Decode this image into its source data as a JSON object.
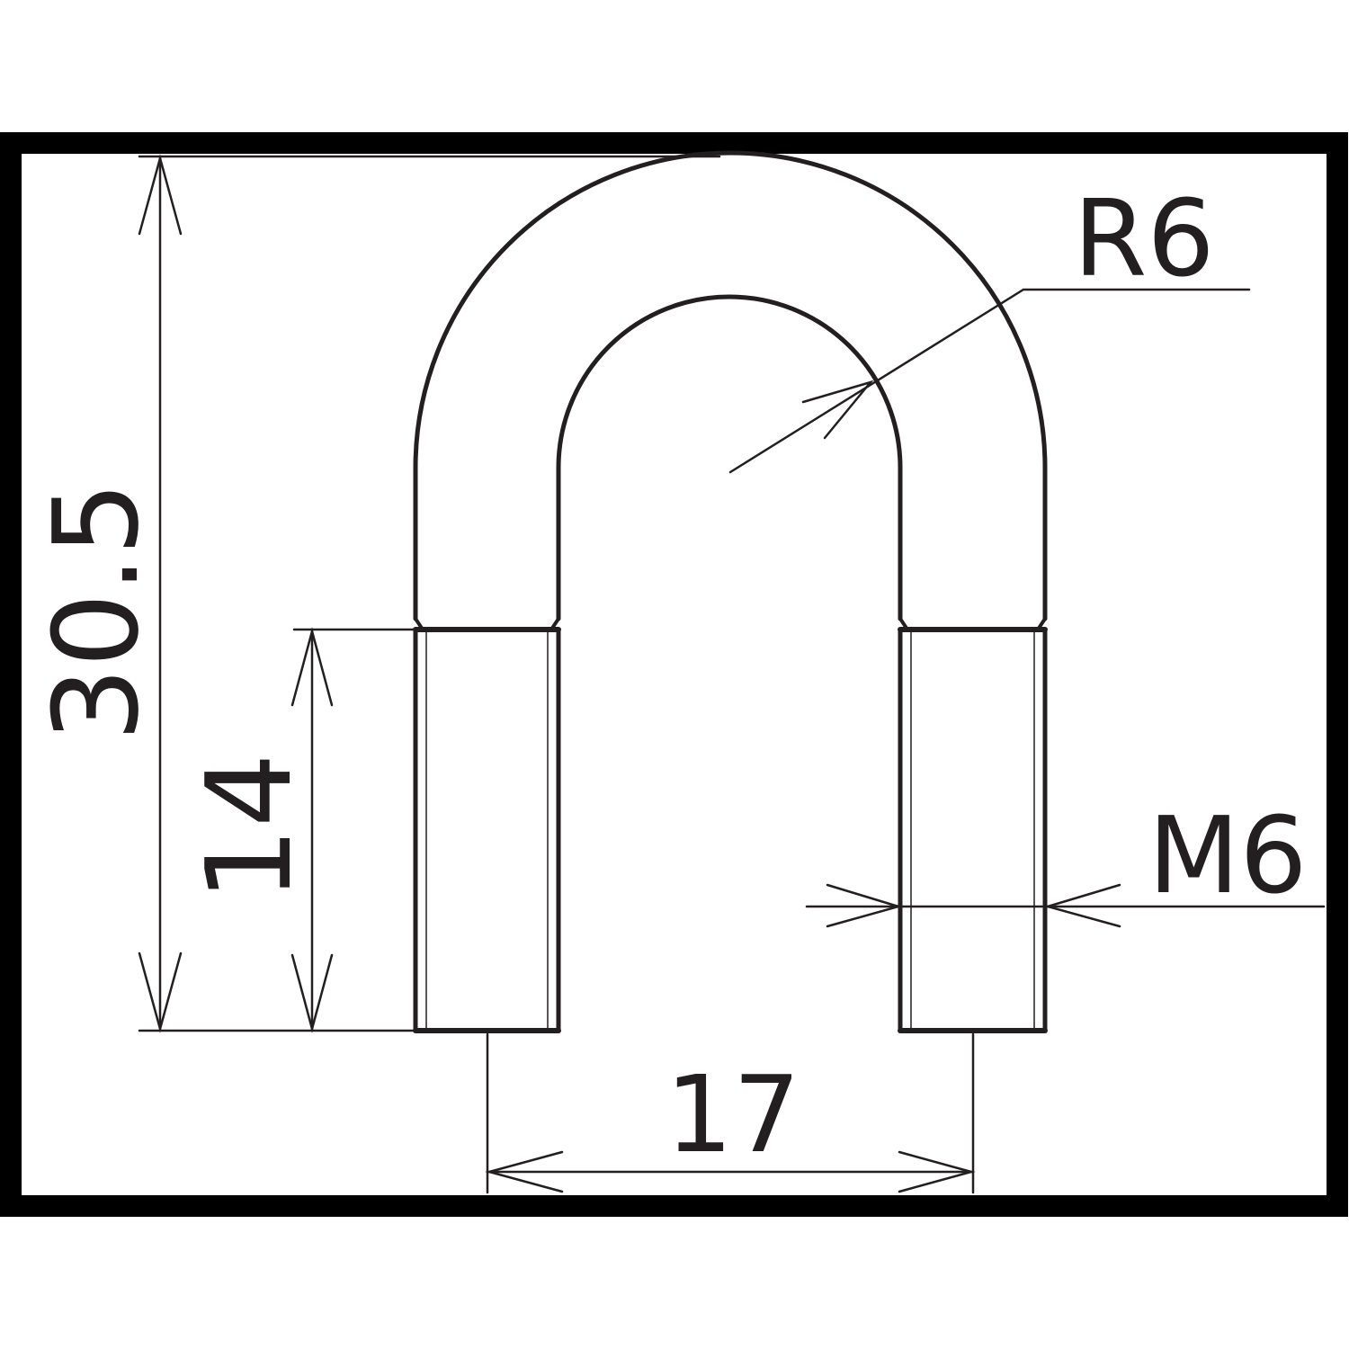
{
  "drawing": {
    "dimensions": {
      "overall_height": "30.5",
      "thread_length": "14",
      "bend_radius": "R6",
      "leg_spacing": "17",
      "thread_size": "M6"
    },
    "colors": {
      "line": "#231f20",
      "frame": "#000000",
      "background": "#ffffff"
    }
  }
}
